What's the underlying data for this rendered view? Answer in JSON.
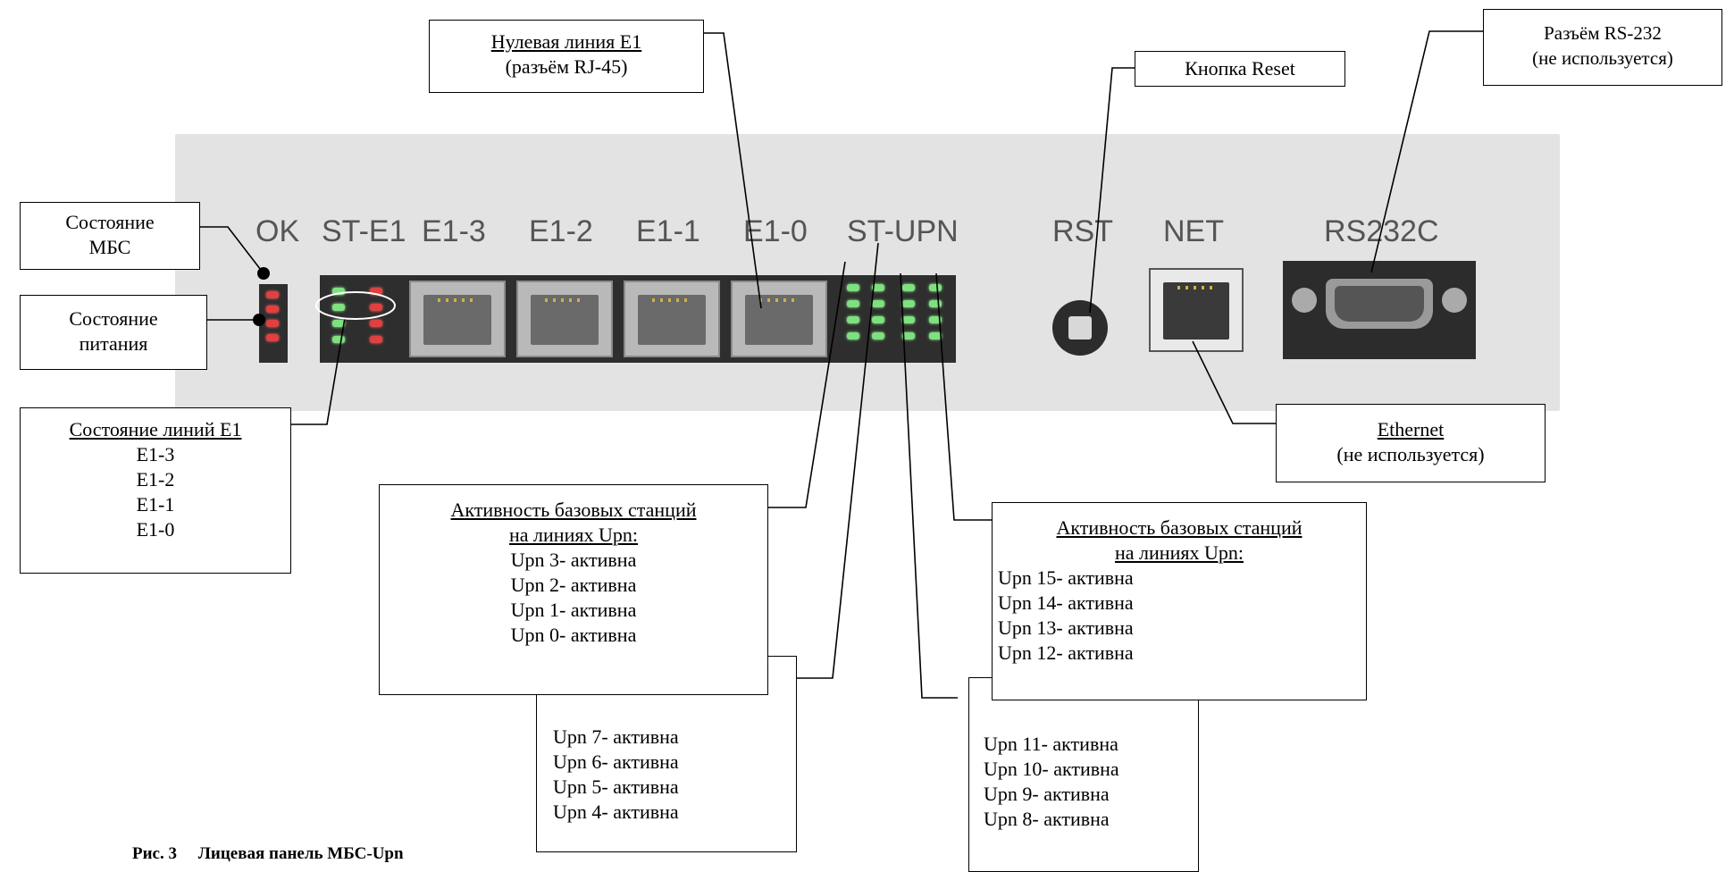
{
  "panel": {
    "labels": {
      "ok": "OK",
      "st_e1": "ST-E1",
      "e1_3": "E1-3",
      "e1_2": "E1-2",
      "e1_1": "E1-1",
      "e1_0": "E1-0",
      "st_upn": "ST-UPN",
      "rst": "RST",
      "net": "NET",
      "rs232c": "RS232C"
    }
  },
  "callouts": {
    "null_line": {
      "title": "Нулевая линия Е1",
      "sub": "(разъём RJ-45)"
    },
    "reset": {
      "title": "Кнопка Reset"
    },
    "rs232": {
      "title": "Разъём RS-232",
      "sub": "(не используется)"
    },
    "mbs_state": {
      "line1": "Состояние",
      "line2": "МБС"
    },
    "power_state": {
      "line1": "Состояние",
      "line2": "питания"
    },
    "e1_state": {
      "title": "Состояние линий Е1",
      "items": [
        "Е1-3",
        "Е1-2",
        "Е1-1",
        "Е1-0"
      ]
    },
    "ethernet": {
      "title": "Ethernet",
      "sub": "(не используется)"
    },
    "upn_left": {
      "title1": "Активность базовых станций",
      "title2": "на линиях Upn:",
      "items": [
        "Upn 3- активна",
        "Upn 2- активна",
        "Upn 1- активна",
        "Upn 0- активна"
      ],
      "items2": [
        "Upn 7- активна",
        "Upn 6- активна",
        "Upn 5- активна",
        "Upn 4- активна"
      ]
    },
    "upn_right": {
      "title1": "Активность базовых станций",
      "title2": "на линиях Upn:",
      "items": [
        "Upn 15- активна",
        "Upn 14- активна",
        "Upn 13- активна",
        "Upn 12- активна"
      ],
      "items2": [
        "Upn 11- активна",
        "Upn 10- активна",
        "Upn 9- активна",
        "Upn 8- активна"
      ]
    }
  },
  "caption": "Рис. 3     Лицевая панель МБС-Upn"
}
